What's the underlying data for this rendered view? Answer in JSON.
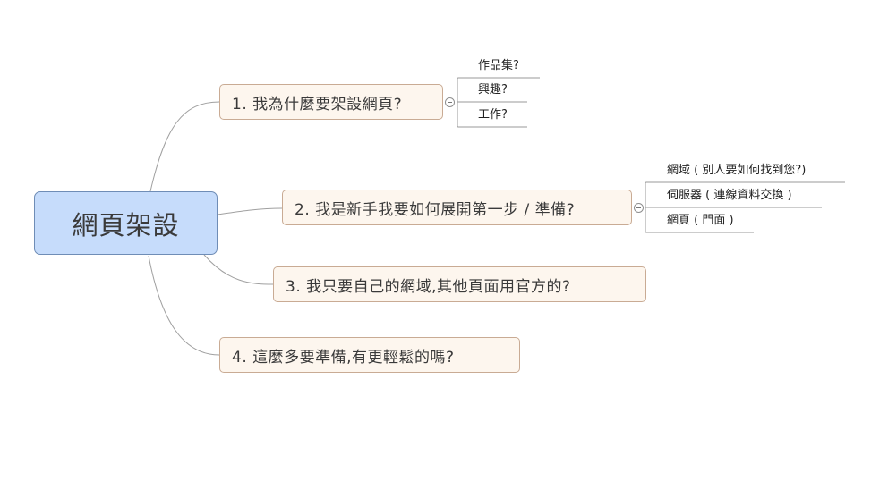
{
  "central": {
    "label": "網頁架設"
  },
  "branches": [
    {
      "label": "1. 我為什麼要架設網頁?",
      "children": [
        "作品集?",
        "興趣?",
        "工作?"
      ]
    },
    {
      "label": "2. 我是新手我要如何展開第一步 / 準備?",
      "children": [
        "網域 ( 別人要如何找到您?)",
        "伺服器 ( 連線資料交換 )",
        "網頁 ( 門面 )"
      ]
    },
    {
      "label": "3. 我只要自己的網域,其他頁面用官方的?"
    },
    {
      "label": "4. 這麼多要準備,有更輕鬆的嗎?"
    }
  ],
  "colors": {
    "central_fill": "#c6dcfb",
    "central_border": "#6f8db6",
    "branch_fill": "#fdf6ee",
    "branch_border": "#c9ab94",
    "connector": "#999999"
  }
}
